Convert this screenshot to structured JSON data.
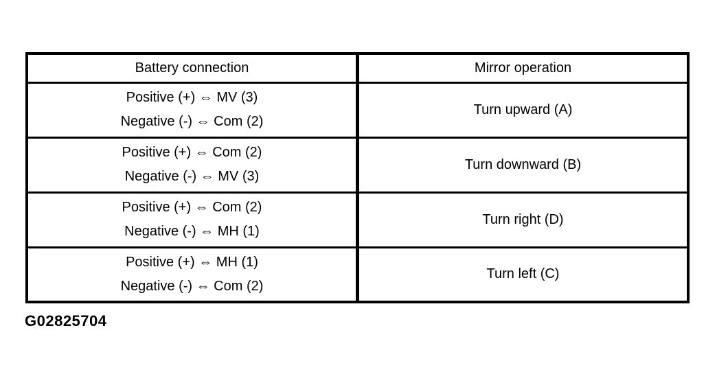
{
  "table": {
    "columns": [
      "Battery connection",
      "Mirror operation"
    ],
    "rows": [
      {
        "battery": [
          "Positive (+) ⇔ MV (3)",
          "Negative (-) ⇔ Com (2)"
        ],
        "operation": "Turn upward (A)"
      },
      {
        "battery": [
          "Positive (+) ⇔ Com (2)",
          "Negative (-) ⇔ MV (3)"
        ],
        "operation": "Turn downward (B)"
      },
      {
        "battery": [
          "Positive (+) ⇔ Com (2)",
          "Negative (-) ⇔ MH (1)"
        ],
        "operation": "Turn right (D)"
      },
      {
        "battery": [
          "Positive (+) ⇔ MH (1)",
          "Negative (-) ⇔ Com (2)"
        ],
        "operation": "Turn left (C)"
      }
    ]
  },
  "figure_id": "G02825704",
  "colors": {
    "background": "#ffffff",
    "text": "#000000",
    "border": "#000000"
  }
}
